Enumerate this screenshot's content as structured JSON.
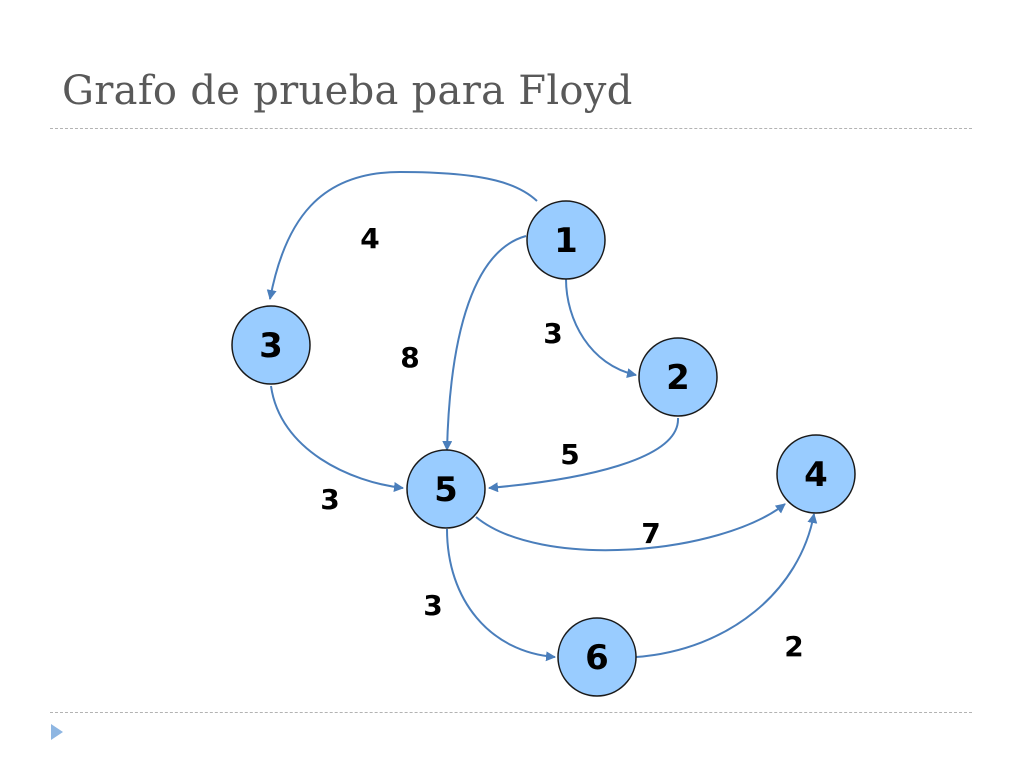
{
  "slide": {
    "title": "Grafo de prueba para Floyd"
  },
  "colors": {
    "node_fill": "#99ccff",
    "node_stroke": "#1a1a1a",
    "edge": "#4a7ebb",
    "title": "#595959",
    "divider": "#b3b3b3",
    "bullet": "#8eb6e2"
  },
  "graph": {
    "nodes": [
      {
        "id": "1",
        "label": "1"
      },
      {
        "id": "2",
        "label": "2"
      },
      {
        "id": "3",
        "label": "3"
      },
      {
        "id": "4",
        "label": "4"
      },
      {
        "id": "5",
        "label": "5"
      },
      {
        "id": "6",
        "label": "6"
      }
    ],
    "edges": [
      {
        "from": "1",
        "to": "3",
        "weight": "4"
      },
      {
        "from": "1",
        "to": "5",
        "weight": "8"
      },
      {
        "from": "1",
        "to": "2",
        "weight": "3"
      },
      {
        "from": "3",
        "to": "5",
        "weight": "3"
      },
      {
        "from": "2",
        "to": "5",
        "weight": "5"
      },
      {
        "from": "5",
        "to": "4",
        "weight": "7"
      },
      {
        "from": "5",
        "to": "6",
        "weight": "3"
      },
      {
        "from": "6",
        "to": "4",
        "weight": "2"
      }
    ]
  }
}
